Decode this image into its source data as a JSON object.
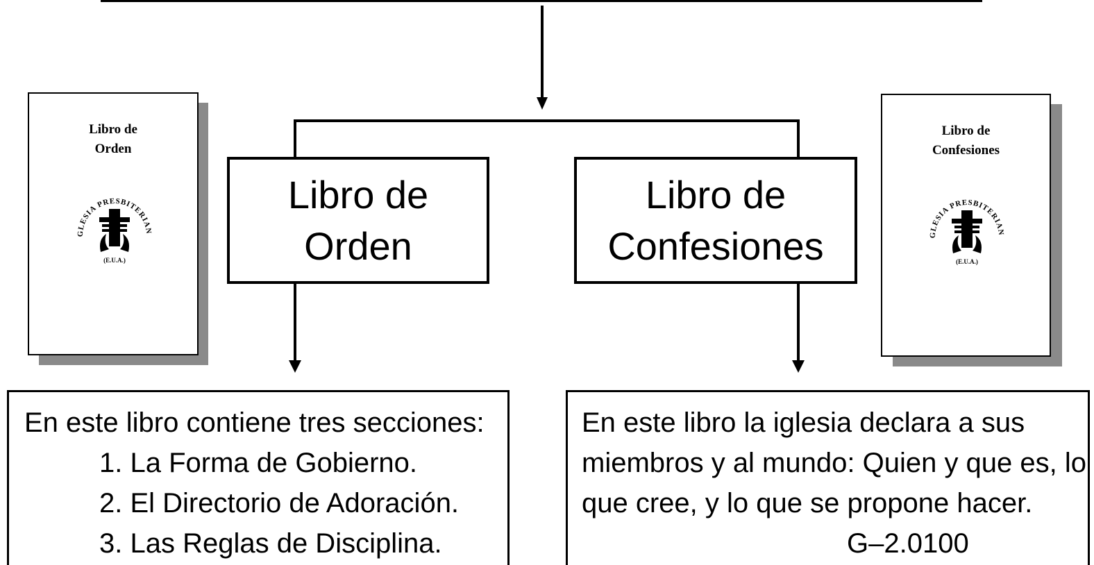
{
  "covers": {
    "orden": {
      "title_line1": "Libro de",
      "title_line2": "Orden",
      "seal_icon": "presbyterian-seal-icon"
    },
    "confesiones": {
      "title_line1": "Libro de",
      "title_line2": "Confesiones",
      "seal_icon": "presbyterian-seal-icon"
    }
  },
  "seal_text": {
    "arc": "IGLESIA PRESBITERIANA",
    "bottom": "(E.U.A.)"
  },
  "boxes": {
    "orden": {
      "line1": "Libro de",
      "line2": "Orden"
    },
    "confesiones": {
      "line1": "Libro de",
      "line2": "Confesiones"
    }
  },
  "descriptions": {
    "orden": {
      "intro": "En este libro contiene tres secciones:",
      "items": [
        "1. La Forma de Gobierno.",
        "2. El Directorio de Adoración.",
        "3. Las Reglas de Disciplina."
      ]
    },
    "confesiones": {
      "lines": [
        "En este libro la iglesia declara a sus",
        "miembros y al mundo: Quien y que es, lo",
        "que cree, y lo que se propone hacer."
      ],
      "reference": "G–2.0100"
    }
  }
}
